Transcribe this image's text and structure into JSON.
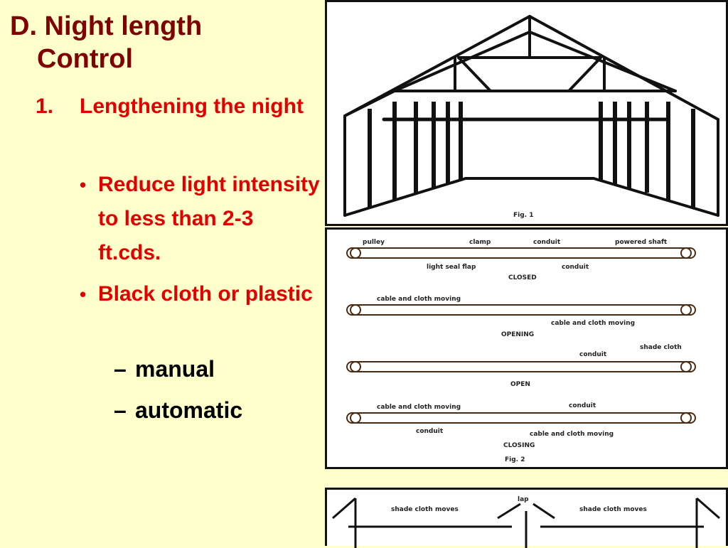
{
  "heading": {
    "line1": "D.  Night length",
    "line2": "Control"
  },
  "subheading": {
    "number": "1.",
    "text": "Lengthening the night"
  },
  "bullets": [
    "Reduce light intensity to less than 2-3 ft.cds.",
    "Black cloth or plastic"
  ],
  "sub_bullets": [
    "manual",
    "automatic"
  ],
  "figure1": {
    "caption": "Fig. 1"
  },
  "figure2": {
    "caption": "Fig. 2",
    "labels": {
      "pulley": "pulley",
      "clamp": "clamp",
      "conduit": "conduit",
      "powered_shaft": "powered shaft",
      "light_seal_flap": "light seal flap",
      "cable_cloth_moving": "cable and cloth moving",
      "shade_cloth": "shade cloth"
    },
    "states": [
      "CLOSED",
      "OPENING",
      "OPEN",
      "CLOSING"
    ]
  },
  "figure3": {
    "label_left": "shade cloth moves",
    "label_right": "shade cloth moves",
    "label_center": "lap"
  }
}
